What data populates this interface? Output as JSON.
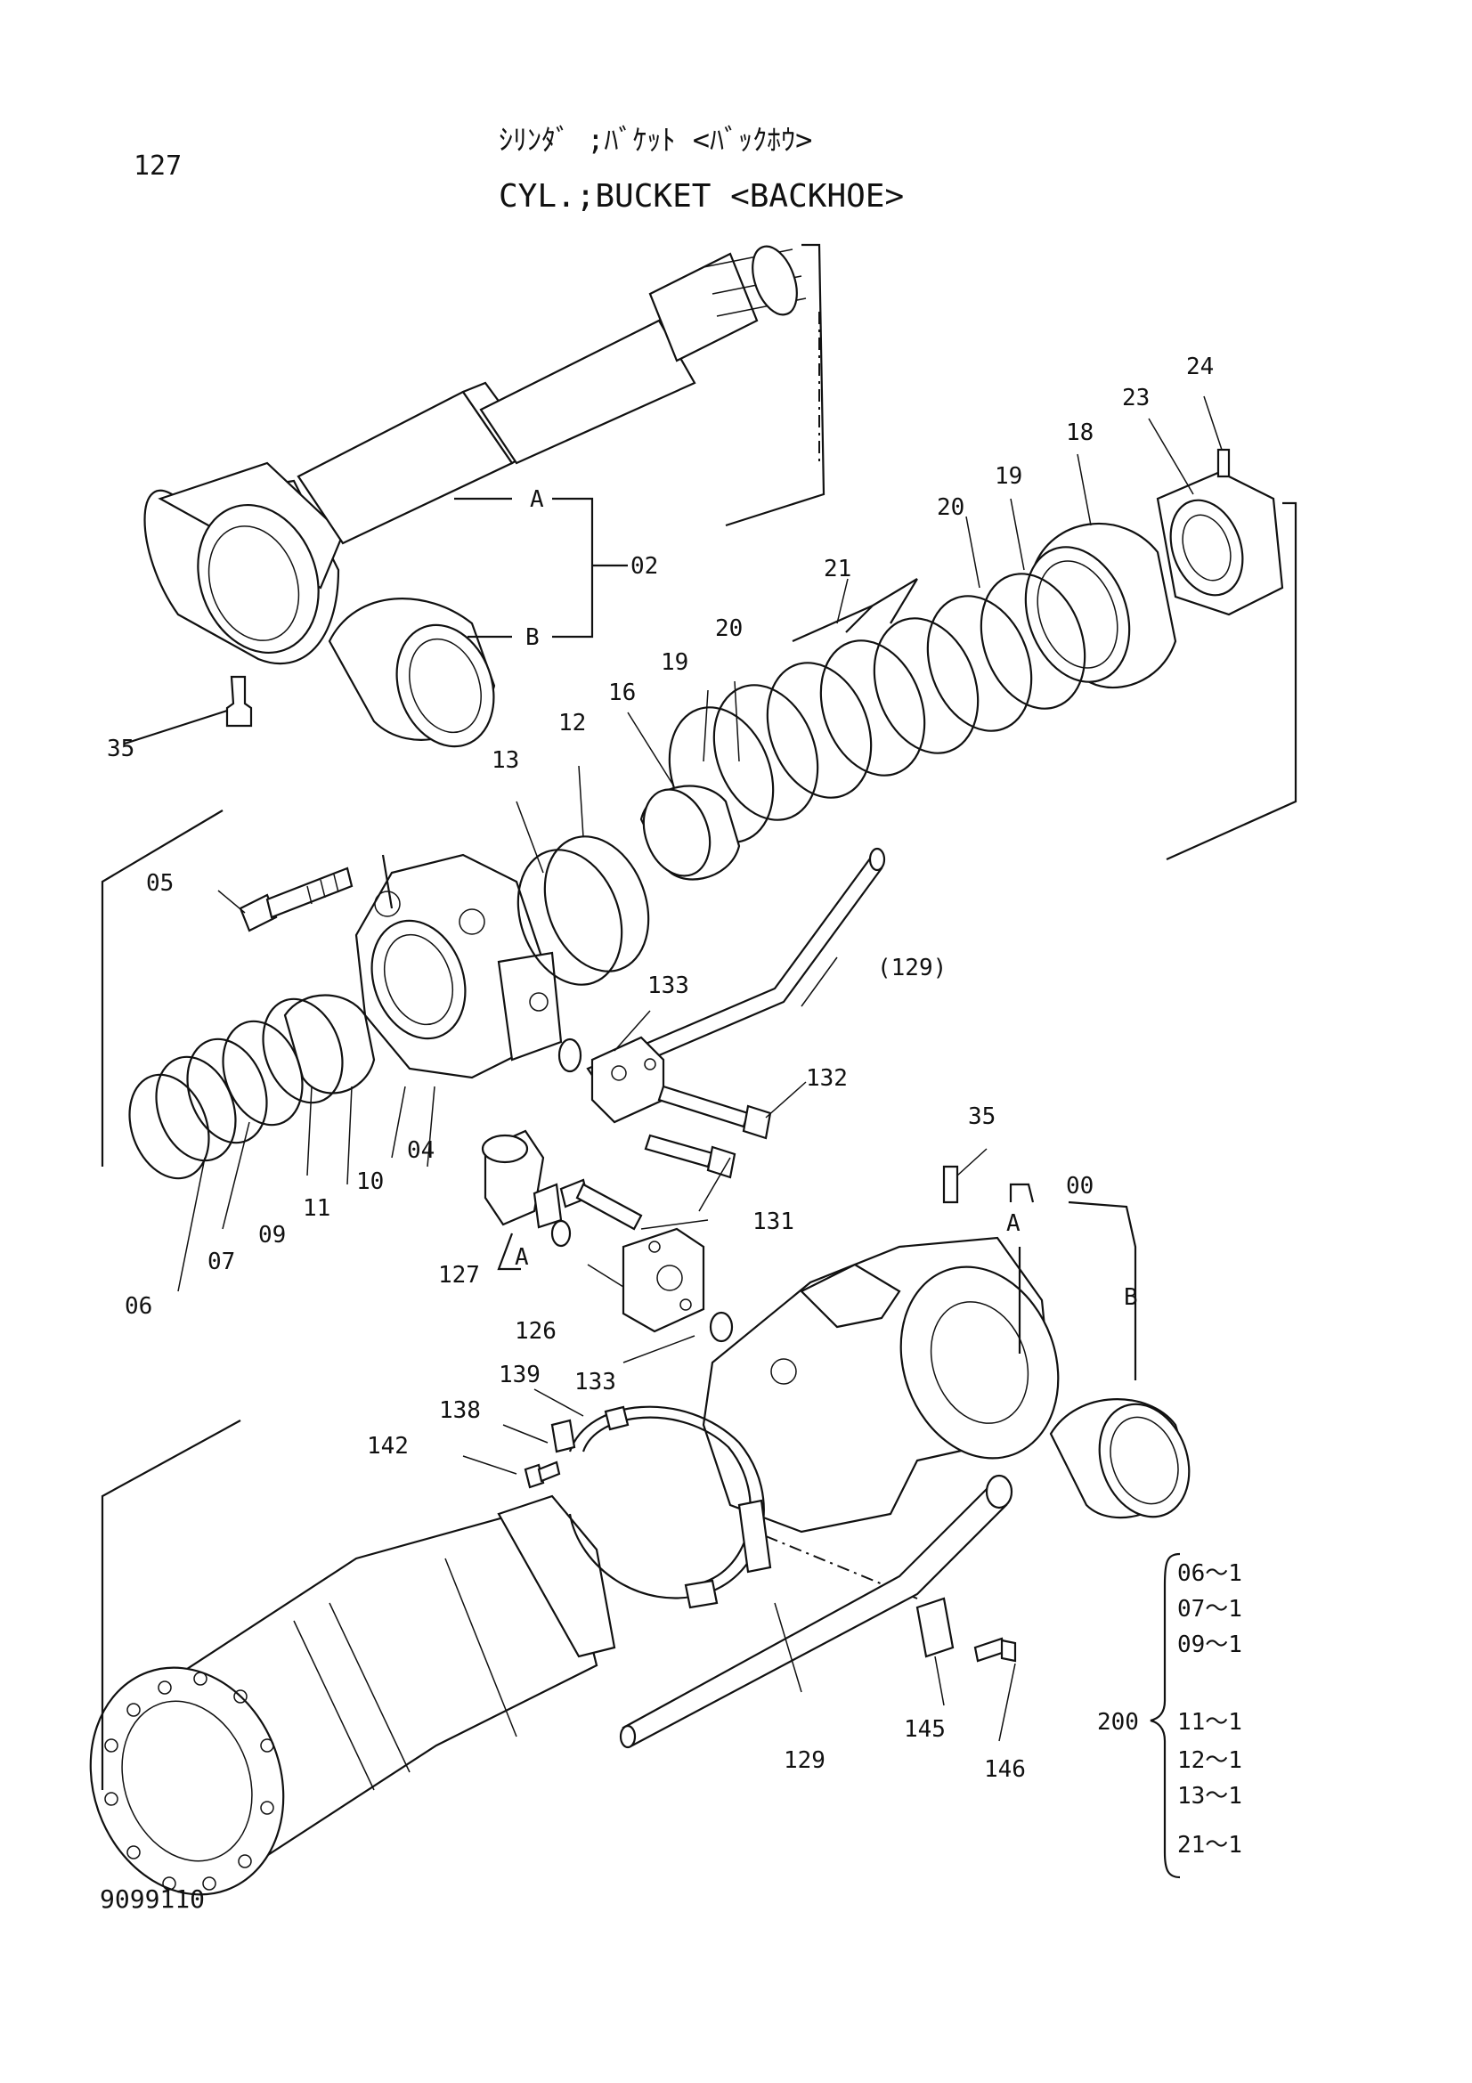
{
  "page_number": "127",
  "title_jp": "ｼﾘﾝﾀﾞ ;ﾊﾞｹｯﾄ <ﾊﾞｯｸﾎｳ>",
  "title_en": "CYL.;BUCKET <BACKHOE>",
  "drawing_number": "9099110",
  "callouts": {
    "c02": "02",
    "c_a1": "A",
    "c_b1": "B",
    "c24": "24",
    "c23": "23",
    "c18": "18",
    "c19a": "19",
    "c20a": "20",
    "c21": "21",
    "c20b": "20",
    "c19b": "19",
    "c16": "16",
    "c35a": "35",
    "c13": "13",
    "c12": "12",
    "c05": "05",
    "c129a": "(129)",
    "c133a": "133",
    "c132": "132",
    "c04": "04",
    "c10": "10",
    "c11": "11",
    "c09": "09",
    "c07": "07",
    "c06": "06",
    "c35b": "35",
    "c00": "00",
    "c_a2": "A",
    "c_b2": "B",
    "c131": "131",
    "c127": "127",
    "c_a3": "A",
    "c126": "126",
    "c133b": "133",
    "c139": "139",
    "c138": "138",
    "c142": "142",
    "c145": "145",
    "c129b": "129",
    "c146": "146"
  },
  "kit": {
    "number": "200",
    "items": [
      "06～1",
      "07～1",
      "09～1",
      "11～1",
      "12～1",
      "13～1",
      "21～1"
    ]
  }
}
